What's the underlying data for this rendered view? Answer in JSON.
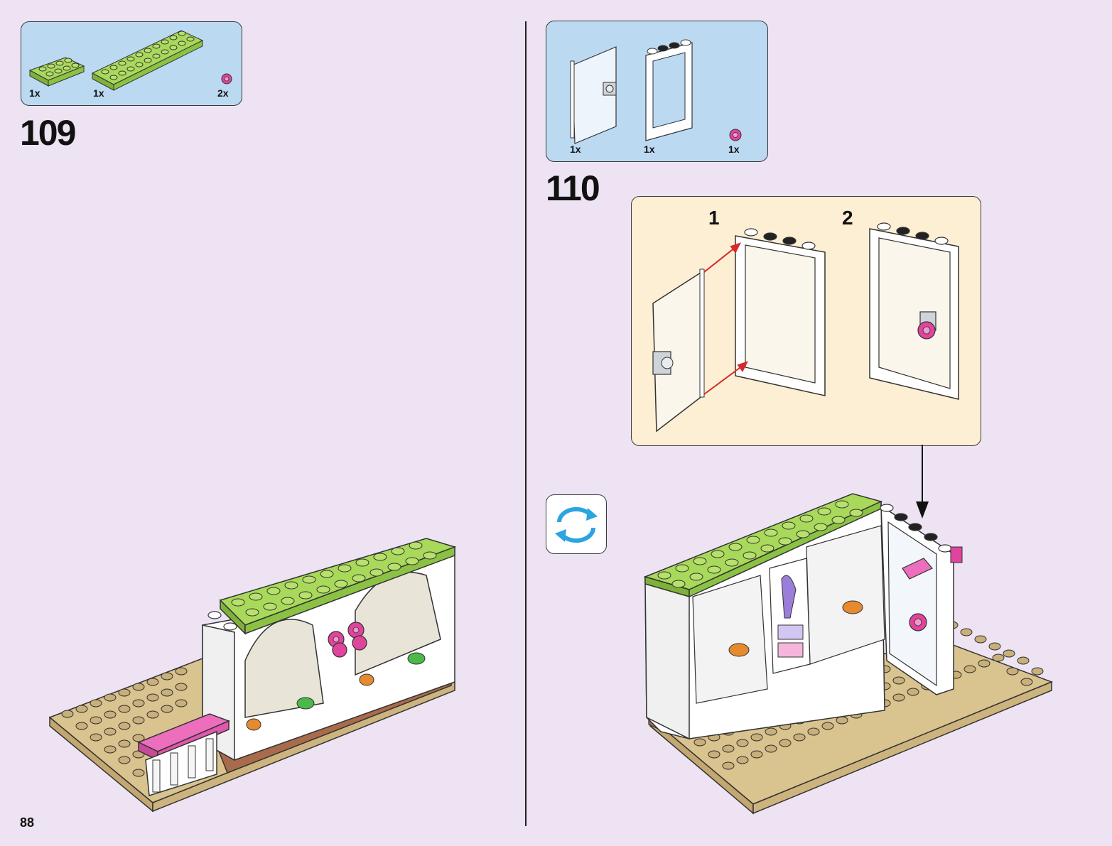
{
  "page_number": "88",
  "step_109": {
    "number": "109",
    "parts": [
      {
        "name": "lime-plate-2x4",
        "qty": "1x",
        "color": "#9bd24a"
      },
      {
        "name": "lime-plate-2x10",
        "qty": "1x",
        "color": "#9bd24a"
      },
      {
        "name": "pink-flower",
        "qty": "2x",
        "color": "#e0449d"
      }
    ]
  },
  "step_110": {
    "number": "110",
    "parts": [
      {
        "name": "transparent-door",
        "qty": "1x"
      },
      {
        "name": "white-door-frame",
        "qty": "1x"
      },
      {
        "name": "pink-flower",
        "qty": "1x",
        "color": "#e0449d"
      }
    ],
    "substeps": [
      "1",
      "2"
    ]
  },
  "icons": {
    "rotate": "rotate-model-icon"
  },
  "colors": {
    "background": "#ede3f3",
    "parts_box": "#bcd9f2",
    "callout": "#fdefd3",
    "lime": "#9bd24a",
    "tan": "#d9c38f",
    "pink": "#e0449d",
    "brown": "#a86b4b"
  }
}
